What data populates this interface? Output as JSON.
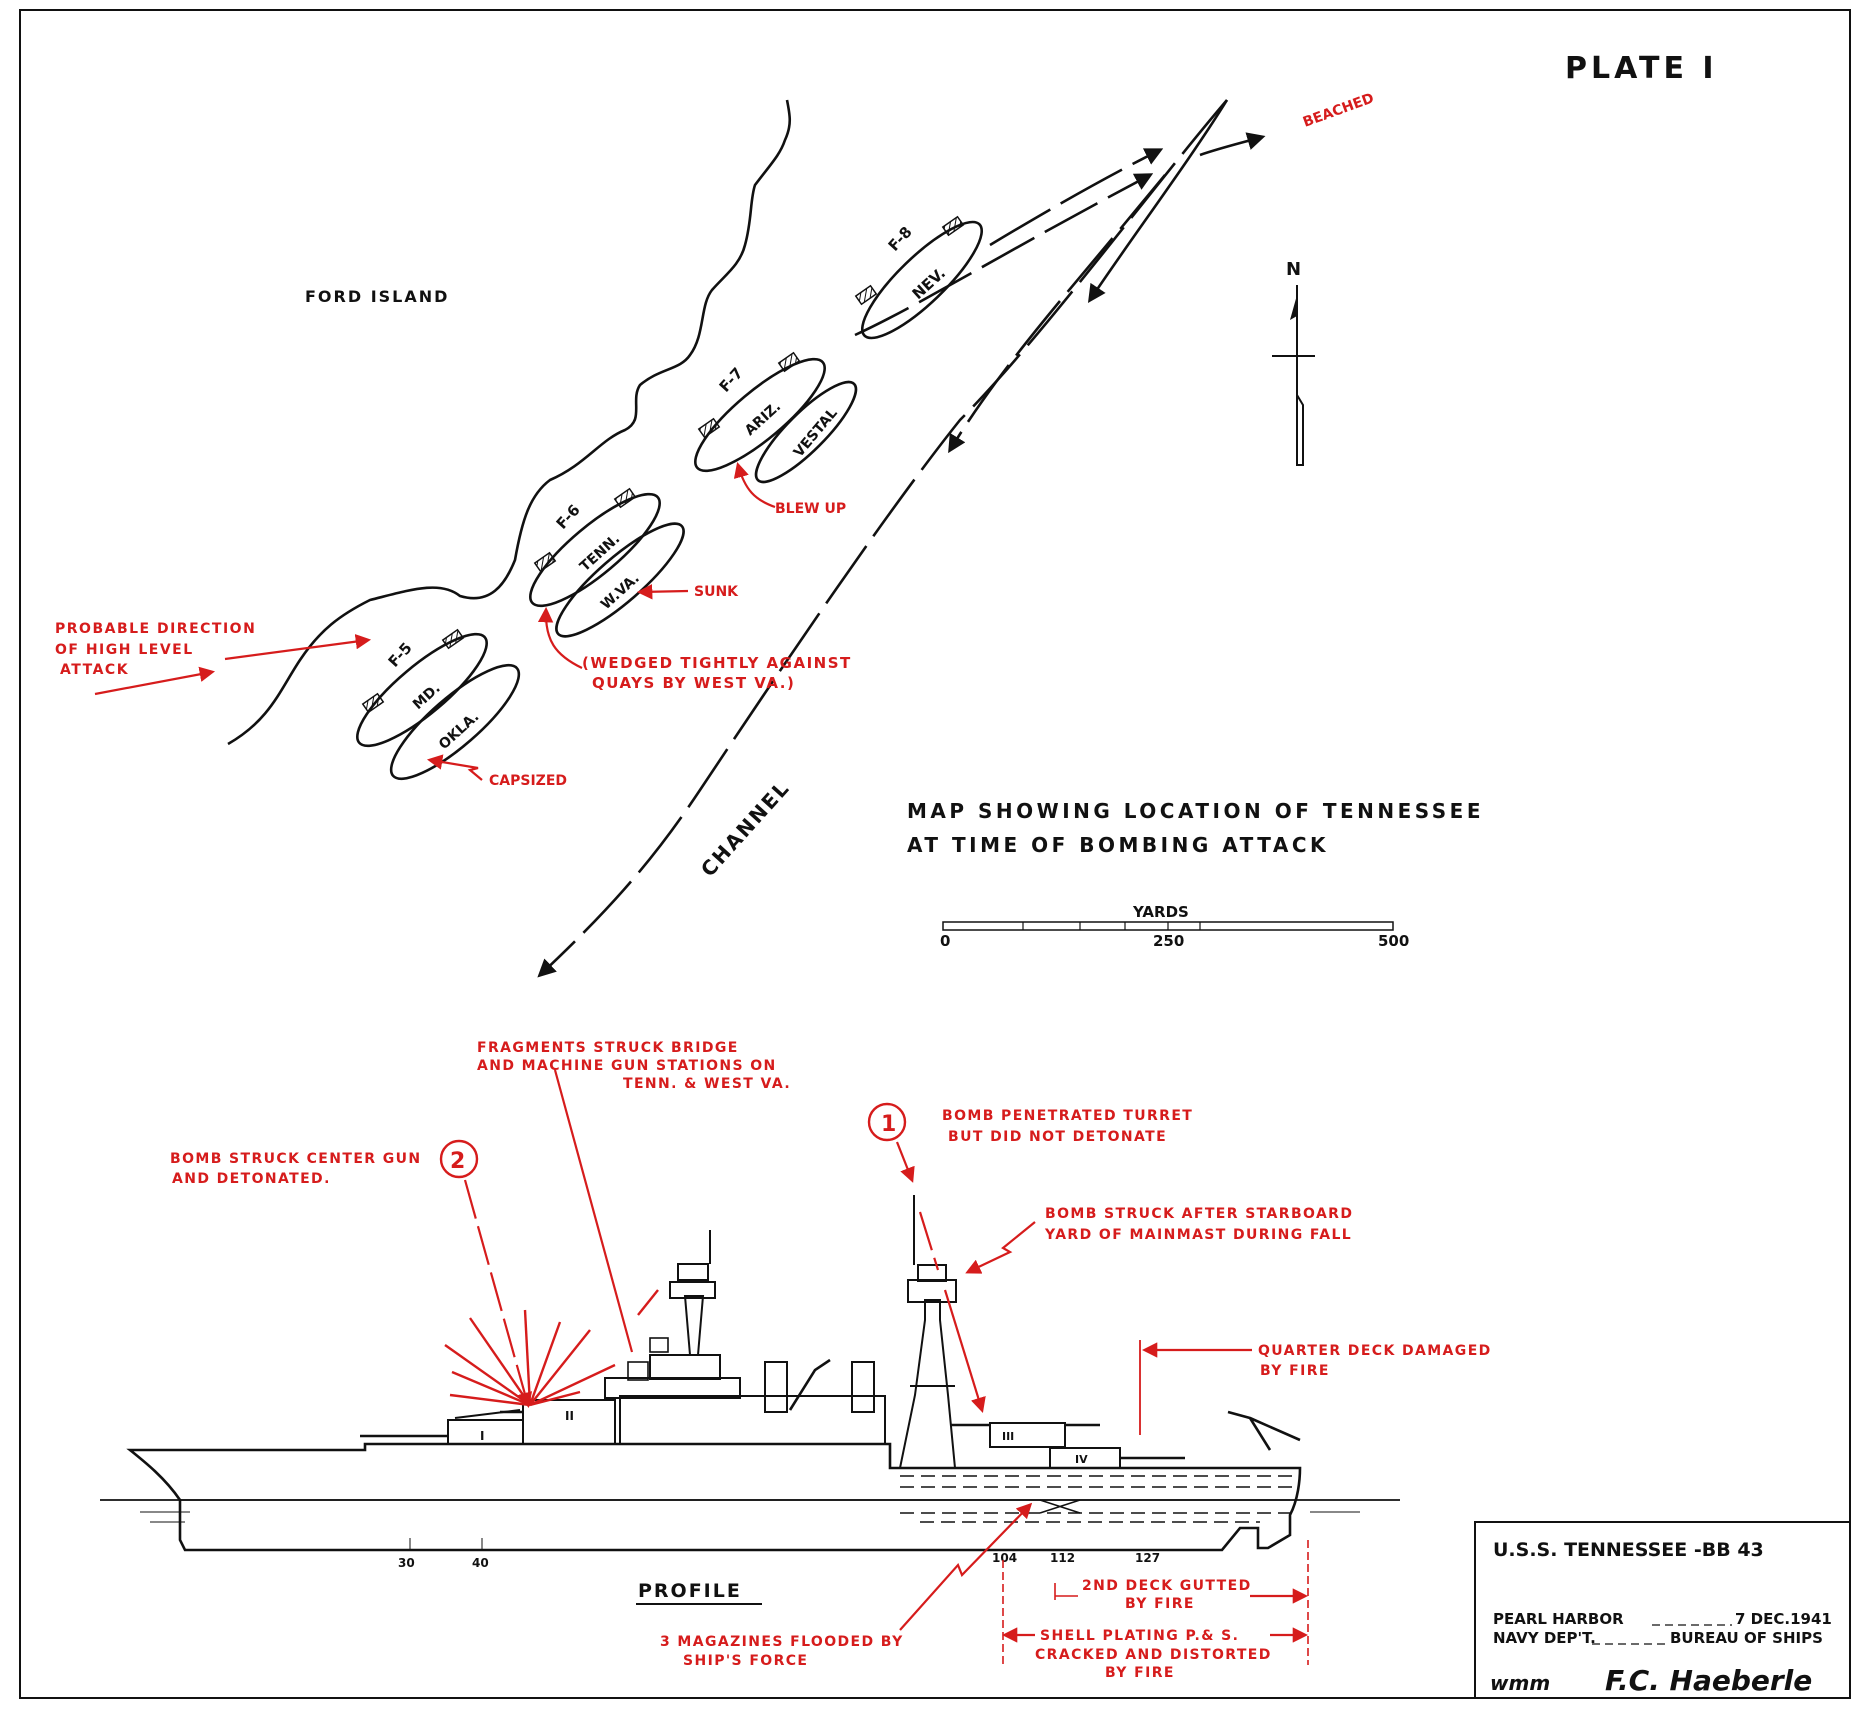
{
  "plate_label": "PLATE I",
  "map": {
    "ford_island": "FORD ISLAND",
    "beached": "BEACHED",
    "channel": "CHANNEL",
    "north": "N",
    "probable_direction": [
      "PROBABLE DIRECTION",
      "OF HIGH LEVEL",
      "ATTACK"
    ],
    "berths": [
      {
        "berth": "F-5",
        "ships": [
          "MD.",
          "OKLA."
        ],
        "note": "CAPSIZED"
      },
      {
        "berth": "F-6",
        "ships": [
          "TENN.",
          "W.VA."
        ],
        "note": "SUNK"
      },
      {
        "berth": "F-7",
        "ships": [
          "ARIZ.",
          "VESTAL"
        ],
        "note": "BLEW UP"
      },
      {
        "berth": "F-8",
        "ships": [
          "NEV."
        ],
        "note": ""
      }
    ],
    "wedged_note": [
      "(WEDGED TIGHTLY AGAINST",
      "QUAYS BY WEST VA.)"
    ],
    "map_title": [
      "MAP SHOWING LOCATION OF TENNESSEE",
      "AT TIME OF BOMBING ATTACK"
    ],
    "scale": {
      "label": "YARDS",
      "ticks": [
        "0",
        "250",
        "500"
      ]
    }
  },
  "profile": {
    "title": "PROFILE",
    "turrets": [
      "I",
      "II",
      "III",
      "IV"
    ],
    "frames": [
      "30",
      "40",
      "104",
      "112",
      "127"
    ],
    "hit_markers": [
      "1",
      "2"
    ],
    "annotations": {
      "fragments": [
        "FRAGMENTS STRUCK BRIDGE",
        "AND MACHINE GUN STATIONS ON",
        "TENN. & WEST VA."
      ],
      "bomb1": [
        "BOMB PENETRATED TURRET",
        "BUT DID NOT DETONATE"
      ],
      "bomb2": [
        "BOMB STRUCK CENTER GUN",
        "AND DETONATED."
      ],
      "mainmast": [
        "BOMB STRUCK AFTER STARBOARD",
        "YARD OF MAINMAST DURING FALL"
      ],
      "quarterdeck": [
        "QUARTER DECK DAMAGED",
        "BY FIRE"
      ],
      "second_deck": [
        "2ND DECK GUTTED",
        "BY FIRE"
      ],
      "shell_plating": [
        "SHELL PLATING P.& S.",
        "CRACKED AND DISTORTED",
        "BY FIRE"
      ],
      "magazines": [
        "3 MAGAZINES FLOODED BY",
        "SHIP'S FORCE"
      ]
    }
  },
  "title_block": {
    "ship": "U.S.S. TENNESSEE -BB 43",
    "place": "PEARL HARBOR",
    "date": "7 DEC.1941",
    "dept": "NAVY DEP'T.",
    "bureau": "BUREAU OF SHIPS",
    "initials": "wmm",
    "signature": "F.C. Haeberle"
  },
  "colors": {
    "ink": "#111111",
    "annotation_red": "#d61c1c",
    "paper": "#ffffff"
  }
}
